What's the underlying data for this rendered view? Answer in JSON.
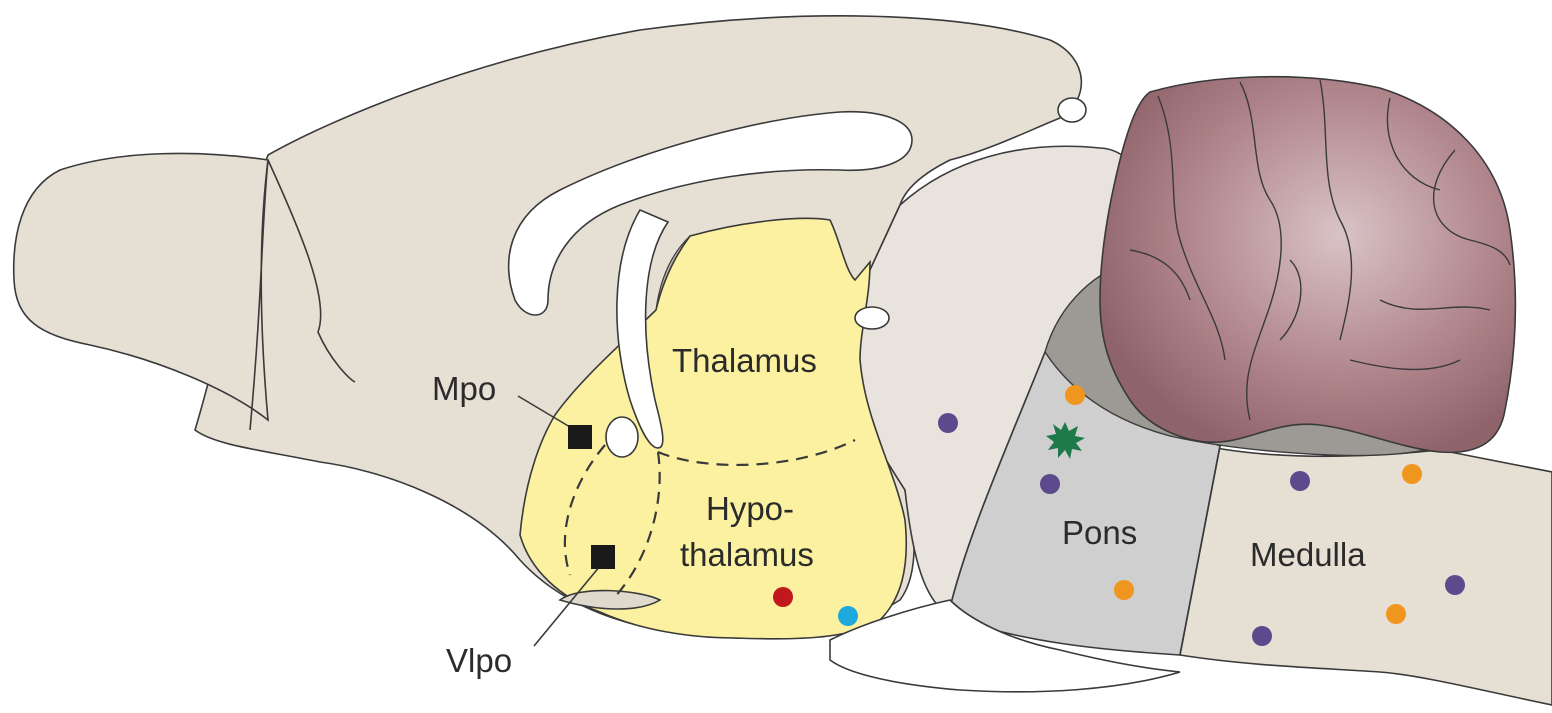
{
  "labels": {
    "thalamus": "Thalamus",
    "hypothalamus_line1": "Hypo-",
    "hypothalamus_line2": "thalamus",
    "pons": "Pons",
    "medulla": "Medulla",
    "mpo": "Mpo",
    "vlpo": "Vlpo"
  },
  "colors": {
    "brain_tissue": "#e6dfd4",
    "hypothalamus_region": "#fbf1a0",
    "pons_region": "#cfcfd0",
    "cerebellum": "#a97b80",
    "ventricle": "#ffffff",
    "marker_square": "#1a1a1a",
    "dot_purple": "#5c4a8c",
    "dot_orange": "#f0961e",
    "dot_red": "#c0181c",
    "dot_cyan": "#1ea8dc",
    "star_green": "#1e7a4a"
  },
  "markers": [
    {
      "name": "mpo-marker",
      "shape": "square",
      "color": "marker_square"
    },
    {
      "name": "vlpo-marker",
      "shape": "square",
      "color": "marker_square"
    }
  ],
  "dots": [
    {
      "name": "purple-dot-midbrain",
      "color": "dot_purple"
    },
    {
      "name": "orange-dot-pons-top",
      "color": "dot_orange"
    },
    {
      "name": "purple-dot-pons",
      "color": "dot_purple"
    },
    {
      "name": "orange-dot-pons-bottom",
      "color": "dot_orange"
    },
    {
      "name": "purple-dot-medulla-1",
      "color": "dot_purple"
    },
    {
      "name": "orange-dot-medulla-1",
      "color": "dot_orange"
    },
    {
      "name": "purple-dot-medulla-2",
      "color": "dot_purple"
    },
    {
      "name": "orange-dot-medulla-2",
      "color": "dot_orange"
    },
    {
      "name": "purple-dot-medulla-3",
      "color": "dot_purple"
    },
    {
      "name": "red-dot-hypothalamus",
      "color": "dot_red"
    },
    {
      "name": "cyan-dot-hypothalamus",
      "color": "dot_cyan"
    }
  ],
  "star": {
    "name": "green-star-pons",
    "color": "star_green"
  }
}
